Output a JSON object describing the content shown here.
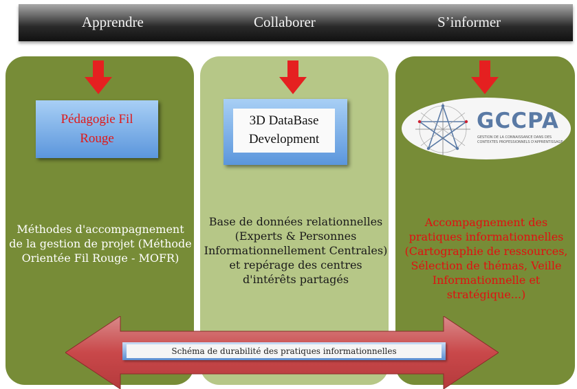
{
  "header": {
    "col1": "Apprendre",
    "col2": "Collaborer",
    "col3": "S’informer"
  },
  "col1": {
    "box_line1": "Pédagogie Fil",
    "box_line2": "Rouge",
    "description": "Méthodes d'accompagnement de la gestion de projet (Méthode Orientée Fil Rouge - MOFR)"
  },
  "col2": {
    "box_line1": "3D DataBase",
    "box_line2": "Development",
    "description": "Base de données relationnelles (Experts & Personnes Informationnellement Centrales) et repérage des centres d'intérêts partagés"
  },
  "col3": {
    "logo_title": "GCCPA",
    "logo_subtitle": "GESTION DE LA CONNAISSANCE DANS DES CONTEXTES PROFESSIONNELS D'APPRENTISSAGE",
    "description": "Accompagnement des pratiques informationnelles (Cartographie de ressources, Sélection de thémas, Veille Informationnelle et stratégique...)"
  },
  "banner": "Schéma de durabilité des pratiques informationnelles",
  "colors": {
    "dark_panel": "#778c37",
    "light_panel": "#b6c787",
    "arrow_red": "#e52020",
    "big_arrow": "#c9484a"
  }
}
